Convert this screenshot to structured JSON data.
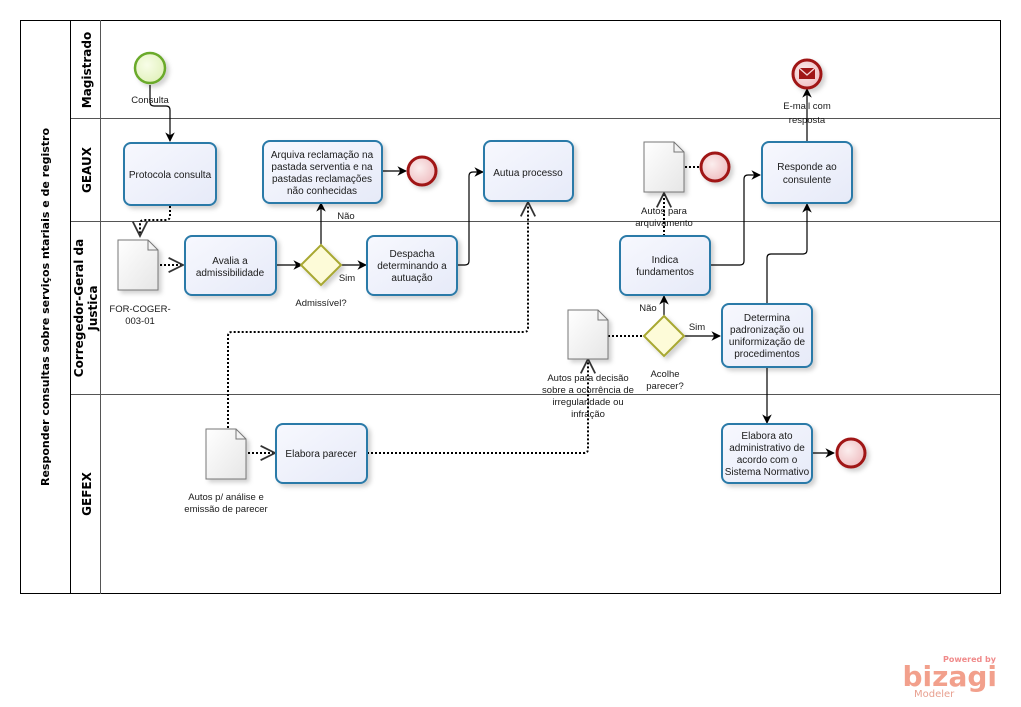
{
  "pool": {
    "title": "Responder consultas sobre serviços ntariais e de registro"
  },
  "lanes": [
    {
      "id": "magistrado",
      "label": "Magistrado"
    },
    {
      "id": "geaux",
      "label": "GEAUX"
    },
    {
      "id": "corregedor",
      "label_line1": "Corregedor-Geral da",
      "label_line2": "Justica"
    },
    {
      "id": "gefex",
      "label": "GEFEX"
    }
  ],
  "events": {
    "start": {
      "label": "Consulta",
      "type": "start"
    },
    "end_arquiva": {
      "type": "end"
    },
    "end_arquivamento": {
      "type": "end"
    },
    "end_email": {
      "type": "message-end",
      "label_line1": "E-mail com",
      "label_line2": "resposta"
    },
    "end_ato": {
      "type": "end"
    }
  },
  "tasks": {
    "protocola": {
      "lines": [
        "Protocola consulta"
      ]
    },
    "arquiva": {
      "lines": [
        "Arquiva reclamação na",
        "pastada serventia e na",
        "pastadas reclamações",
        "não conhecidas"
      ]
    },
    "autua": {
      "lines": [
        "Autua processo"
      ]
    },
    "responde": {
      "lines": [
        "Responde ao",
        "consulente"
      ]
    },
    "avalia": {
      "lines": [
        "Avalia a",
        "admissibilidade"
      ]
    },
    "despacha": {
      "lines": [
        "Despacha",
        "determinando a",
        "autuação"
      ]
    },
    "indica": {
      "lines": [
        "Indica",
        "fundamentos"
      ]
    },
    "determina": {
      "lines": [
        "Determina",
        "padronização ou",
        "uniformização de",
        "procedimentos"
      ]
    },
    "elabora_parecer": {
      "lines": [
        "Elabora parecer"
      ]
    },
    "elabora_ato": {
      "lines": [
        "Elabora ato",
        "administrativo de",
        "acordo com o",
        "Sistema Normativo"
      ]
    }
  },
  "gateways": {
    "admissivel": {
      "label": "Admissível?",
      "yes": "Sim",
      "no": "Não"
    },
    "acolhe": {
      "label_line1": "Acolhe",
      "label_line2": "parecer?",
      "yes": "Sim",
      "no": "Não"
    }
  },
  "documents": {
    "for_coger": {
      "lines": [
        "FOR-COGER-",
        "003-01"
      ]
    },
    "autos_arquivamento": {
      "lines": [
        "Autos para",
        "arquivamento"
      ]
    },
    "autos_decisao": {
      "lines": [
        "Autos para decisão",
        "sobre a ocorrência de",
        "irregularidade ou",
        "infração"
      ]
    },
    "autos_analise": {
      "lines": [
        "Autos p/ análise e",
        "emissão de parecer"
      ]
    }
  },
  "branding": {
    "powered": "Powered by",
    "name": "bizagi",
    "product": "Modeler"
  },
  "colors": {
    "task_stroke": "#2a7aa8",
    "task_fill": "#eef1fb",
    "start_stroke": "#6aaa2a",
    "start_fill": "#eef8d8",
    "end_stroke": "#a01818",
    "end_fill": "#f6d4d6",
    "gateway_stroke": "#a8a830",
    "gateway_fill": "#fdfbd8"
  }
}
